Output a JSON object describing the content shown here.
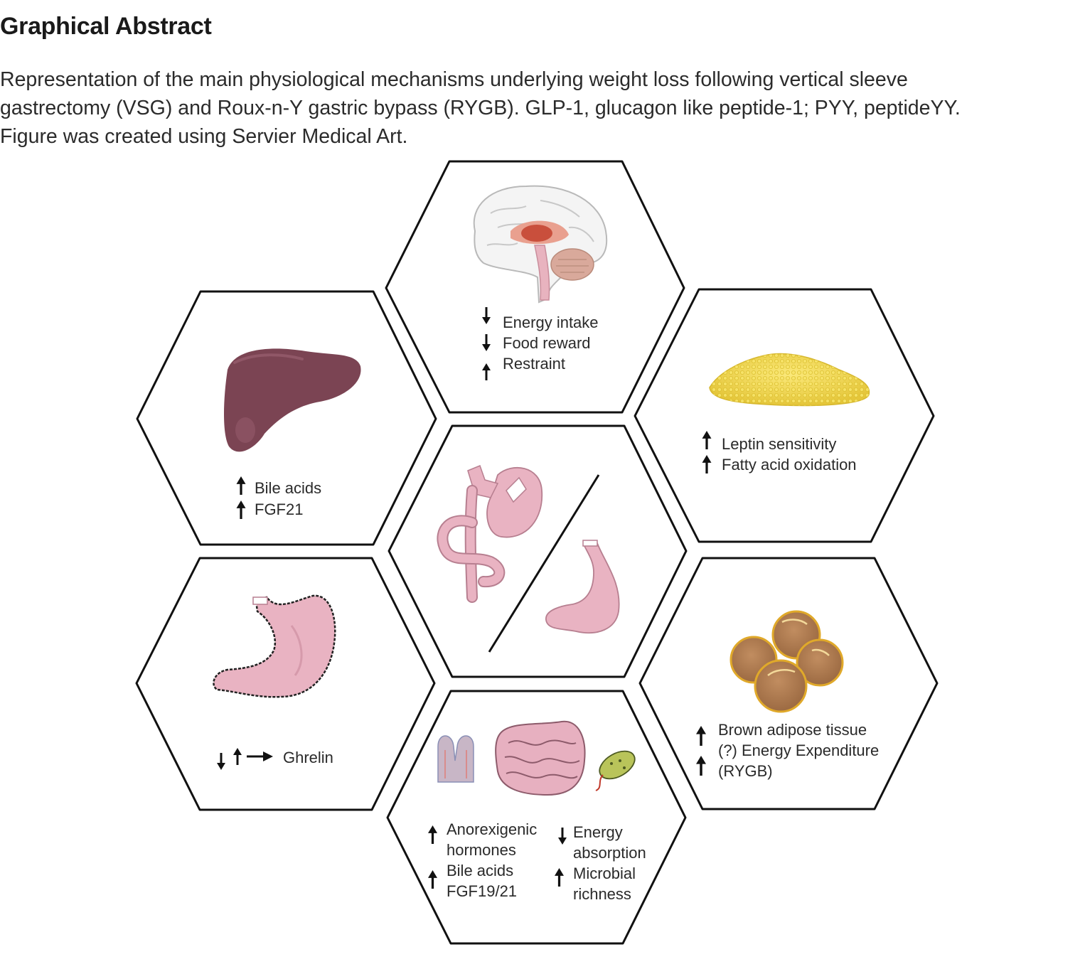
{
  "header": {
    "title": "Graphical Abstract",
    "caption_lines": [
      "Representation of the main physiological mechanisms underlying weight loss following vertical sleeve",
      "gastrectomy (VSG) and Roux-n-Y gastric bypass (RYGB). GLP-1, glucagon like peptide-1; PYY, peptideYY.",
      "Figure was created using Servier Medical Art."
    ]
  },
  "hexagons": {
    "brain": {
      "icon": "brain-icon",
      "items": [
        {
          "arrow": "down",
          "text": "Energy intake"
        },
        {
          "arrow": "down",
          "text": "Food reward"
        },
        {
          "arrow": "up",
          "text": "Restraint"
        }
      ]
    },
    "liver": {
      "icon": "liver-icon",
      "items": [
        {
          "arrow": "up",
          "text": "Bile acids"
        },
        {
          "arrow": "up",
          "text": "FGF21"
        }
      ]
    },
    "white_adipose": {
      "icon": "white-adipose-icon",
      "items": [
        {
          "arrow": "up",
          "text": "Leptin sensitivity"
        },
        {
          "arrow": "up",
          "text": "Fatty acid oxidation"
        }
      ]
    },
    "center": {
      "icons": [
        "gastric-bypass-icon",
        "sleeve-stomach-icon"
      ]
    },
    "stomach": {
      "icon": "stomach-icon",
      "arrows": [
        "down",
        "up",
        "right"
      ],
      "text": "Ghrelin"
    },
    "intestine": {
      "icons": [
        "villi-icon",
        "intestine-icon",
        "bacterium-icon"
      ],
      "left_lines": [
        "Anorexigenic",
        "hormones",
        "Bile acids",
        "FGF19/21"
      ],
      "right_lines": [
        "Energy",
        "absorption",
        "Microbial",
        "richness"
      ]
    },
    "brown_adipose": {
      "icon": "brown-adipose-icon",
      "lines": [
        "Brown adipose tissue",
        "(?) Energy Expenditure",
        "(RYGB)"
      ]
    }
  },
  "colors": {
    "hex_stroke": "#111111",
    "liver": "#7b4453",
    "stomach": "#e9b3c2",
    "fat_yellow": "#f2dc58",
    "brown_fat": "#b07a4e",
    "bacterium": "#b9c45a"
  }
}
